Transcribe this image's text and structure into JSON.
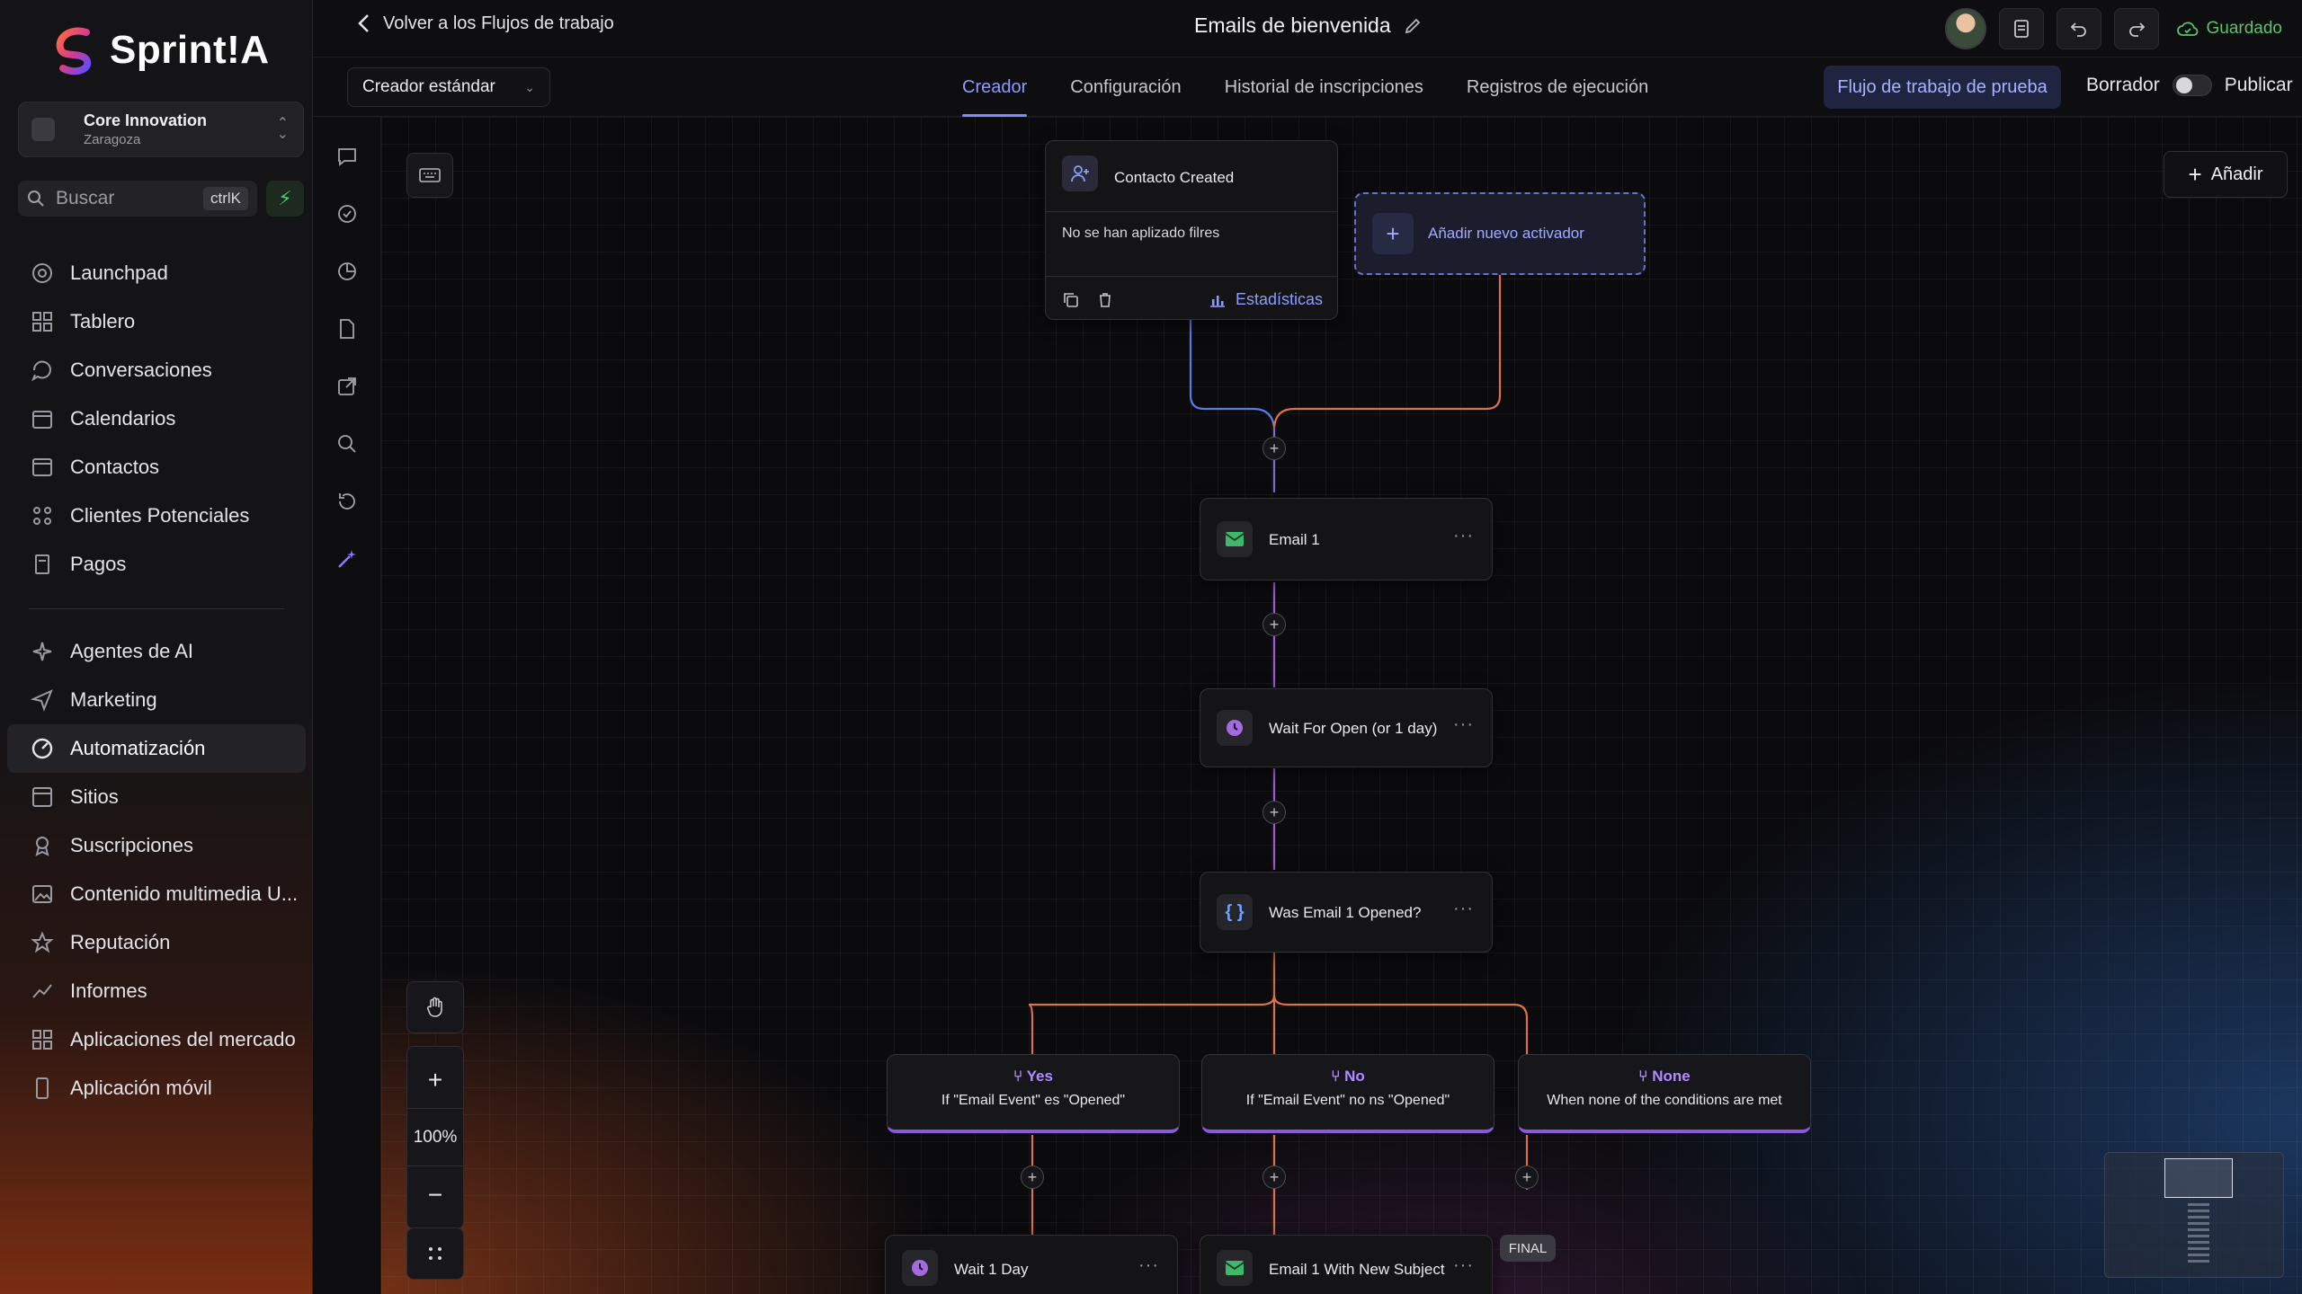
{
  "brand": {
    "name": "Sprint!A"
  },
  "account": {
    "name": "Core Innovation",
    "location": "Zaragoza"
  },
  "search": {
    "placeholder": "Buscar",
    "shortcut": "ctrlK"
  },
  "sidebar": {
    "group1": [
      {
        "label": "Launchpad",
        "icon": "launchpad-icon"
      },
      {
        "label": "Tablero",
        "icon": "dashboard-icon"
      },
      {
        "label": "Conversaciones",
        "icon": "chat-icon"
      },
      {
        "label": "Calendarios",
        "icon": "calendar-icon"
      },
      {
        "label": "Contactos",
        "icon": "contacts-icon"
      },
      {
        "label": "Clientes Potenciales",
        "icon": "leads-icon"
      },
      {
        "label": "Pagos",
        "icon": "payments-icon"
      }
    ],
    "group2": [
      {
        "label": "Agentes de AI",
        "icon": "ai-agents-icon"
      },
      {
        "label": "Marketing",
        "icon": "marketing-icon"
      },
      {
        "label": "Automatización",
        "icon": "automation-icon",
        "active": true
      },
      {
        "label": "Sitios",
        "icon": "sites-icon"
      },
      {
        "label": "Suscripciones",
        "icon": "subscriptions-icon"
      },
      {
        "label": "Contenido multimedia U...",
        "icon": "media-icon"
      },
      {
        "label": "Reputación",
        "icon": "reputation-icon"
      },
      {
        "label": "Informes",
        "icon": "reports-icon"
      },
      {
        "label": "Aplicaciones del mercado",
        "icon": "marketplace-icon"
      },
      {
        "label": "Aplicación móvil",
        "icon": "mobile-icon"
      }
    ]
  },
  "topbar": {
    "back_label": "Volver a los Flujos de trabajo",
    "workflow_title": "Emails de bienvenida",
    "saved_label": "Guardado"
  },
  "subbar": {
    "builder_mode": "Creador estándar",
    "tabs": [
      {
        "label": "Creador",
        "active": true
      },
      {
        "label": "Configuración"
      },
      {
        "label": "Historial de inscripciones"
      },
      {
        "label": "Registros de ejecución"
      }
    ],
    "test_label": "Flujo de trabajo de prueba",
    "draft_label": "Borrador",
    "publish_label": "Publicar"
  },
  "canvas": {
    "add_label": "Añadir",
    "zoom_level": "100%",
    "trigger": {
      "title": "Contacto Created",
      "filters": "No se han aplizado filres",
      "stats_label": "Estadísticas"
    },
    "add_trigger_label": "Añadir nuevo activador",
    "steps": [
      {
        "label": "Email 1",
        "icon": "email-icon"
      },
      {
        "label": "Wait For Open (or 1 day)",
        "icon": "clock-icon"
      },
      {
        "label": "Was Email 1 Opened?",
        "icon": "condition-icon"
      }
    ],
    "branches": [
      {
        "name": "Yes",
        "desc": "If \"Email Event\" es \"Opened\""
      },
      {
        "name": "No",
        "desc": "If \"Email Event\" no ns \"Opened\""
      },
      {
        "name": "None",
        "desc": "When none of the conditions are met"
      }
    ],
    "branch_steps": [
      {
        "label": "Wait 1 Day",
        "icon": "clock-icon"
      },
      {
        "label": "Email 1 With New Subject",
        "icon": "email-icon"
      }
    ],
    "final_label": "FINAL"
  },
  "colors": {
    "accent": "#7d8cff",
    "branch_purple": "#8a5bd6",
    "wire_blue": "#5b7be6",
    "wire_orange": "#e0704a",
    "wire_purple": "#a05ad8",
    "saved_green": "#55c66c"
  }
}
